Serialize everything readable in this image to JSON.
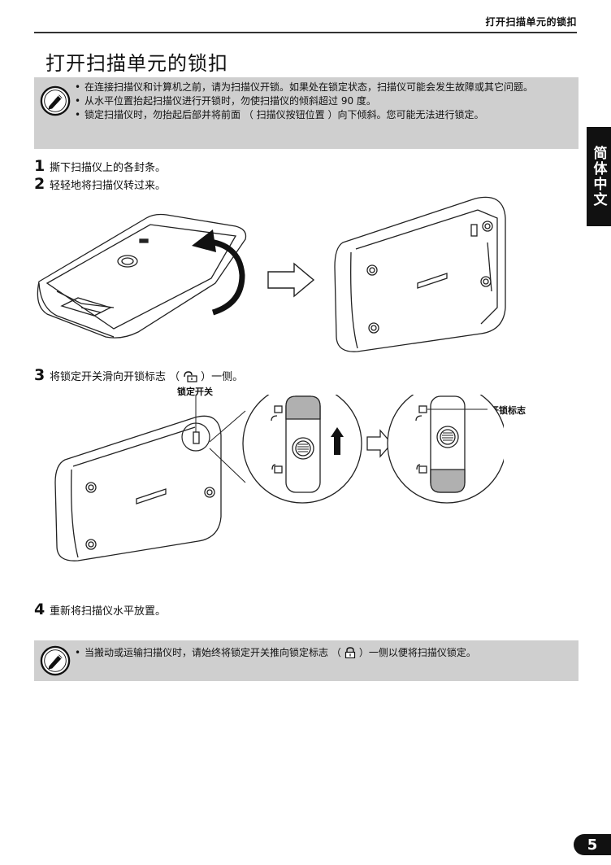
{
  "header": {
    "running_title": "打开扫描单元的锁扣"
  },
  "page_title": "打开扫描单元的锁扣",
  "side_tab": "简体中文",
  "note_top": {
    "icon": "pencil-note-icon",
    "items": [
      "在连接扫描仪和计算机之前，请为扫描仪开锁。如果处在锁定状态，扫描仪可能会发生故障或其它问题。",
      "从水平位置抬起扫描仪进行开锁时，勿使扫描仪的倾斜超过 90 度。",
      "锁定扫描仪时，勿抬起后部并将前面 （ 扫描仪按钮位置 ）向下倾斜。您可能无法进行锁定。"
    ]
  },
  "steps": [
    {
      "number": "1",
      "text": "撕下扫描仪上的各封条。"
    },
    {
      "number": "2",
      "text": "轻轻地将扫描仪转过来。"
    },
    {
      "number": "3",
      "text_before": "将锁定开关滑向开锁标志 （",
      "text_after": "）一侧。",
      "icon": "unlock-mark-icon"
    },
    {
      "number": "4",
      "text": "重新将扫描仪水平放置。"
    }
  ],
  "figure_labels": {
    "lock_switch": "锁定开关",
    "unlock_mark": "开锁标志"
  },
  "note_bottom": {
    "icon": "pencil-note-icon",
    "text_before": "当搬动或运输扫描仪时，请始终将锁定开关推向锁定标志 （",
    "text_after": "）一侧以便将扫描仪锁定。",
    "lock_icon": "lock-mark-icon"
  },
  "page_number": "5",
  "colors": {
    "note_bg": "#cfcfcf",
    "tab_bg": "#111111",
    "switch_shade": "#b0b0b0"
  }
}
